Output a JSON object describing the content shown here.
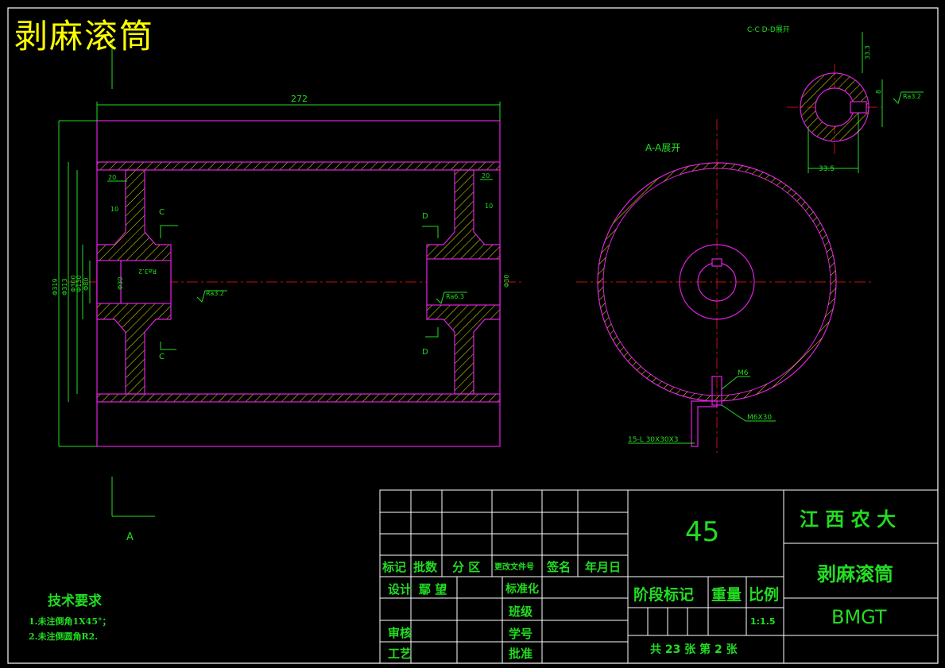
{
  "drawing_title": "剥麻滚筒",
  "dimensions": {
    "length": "272",
    "dia_outer": "Φ319",
    "dia_2": "Φ313",
    "dia_3": "Φ300",
    "dia_4": "Φ130",
    "dia_5": "Φ80",
    "dia_6": "Φ30",
    "bore": "Φ30",
    "wall_left": "20",
    "wall_right": "20",
    "web_left": "10",
    "web_right": "10",
    "rough_left_a": "Ra3.2",
    "rough_left_b": "Ra3.2",
    "rough_right": "Ra6.3",
    "key_height": "33.3",
    "key_width": "8",
    "key_rough": "Ra3.2",
    "section_width": "33.5",
    "bolt_m6": "M6",
    "bolt_m6x30": "M6X30",
    "angle_label": "15-L 30X30X3"
  },
  "section_labels": {
    "c_top": "C",
    "c_bottom": "C",
    "d_top": "D",
    "d_bottom": "D",
    "cd_view": "C-C D-D展开",
    "aa_view": "A-A展开",
    "view_a": "A"
  },
  "title_block": {
    "school": "江 西 农 大",
    "part_name": "剥麻滚筒",
    "material": "45",
    "code": "BMGT",
    "col_biaoji": "标记",
    "col_pishu": "批数",
    "col_fenqu": "分 区",
    "col_gengai": "更改文件号",
    "col_qianming": "签名",
    "col_date": "年月日",
    "row_sheji": "设计",
    "designer": "鄢 望",
    "row_biaozhunhua": "标准化",
    "row_banji": "班级",
    "row_shenhe": "审核",
    "row_xuehao": "学号",
    "row_gongyi": "工艺",
    "row_pizhun": "批准",
    "stage": "阶段标记",
    "weight": "重量",
    "scale_label": "比例",
    "scale": "1:1.5",
    "sheets": "共 23 张 第 2 张"
  },
  "tech_requirements": {
    "title": "技术要求",
    "item1": "1.未注倒角1X45°；",
    "item2": "2.未注倒圆角R2."
  },
  "colors": {
    "background": "#000000",
    "outline": "#e020e0",
    "dimension": "#22dd22",
    "centerline": "#c01010",
    "title": "#ffff00",
    "border": "#ffffff"
  }
}
